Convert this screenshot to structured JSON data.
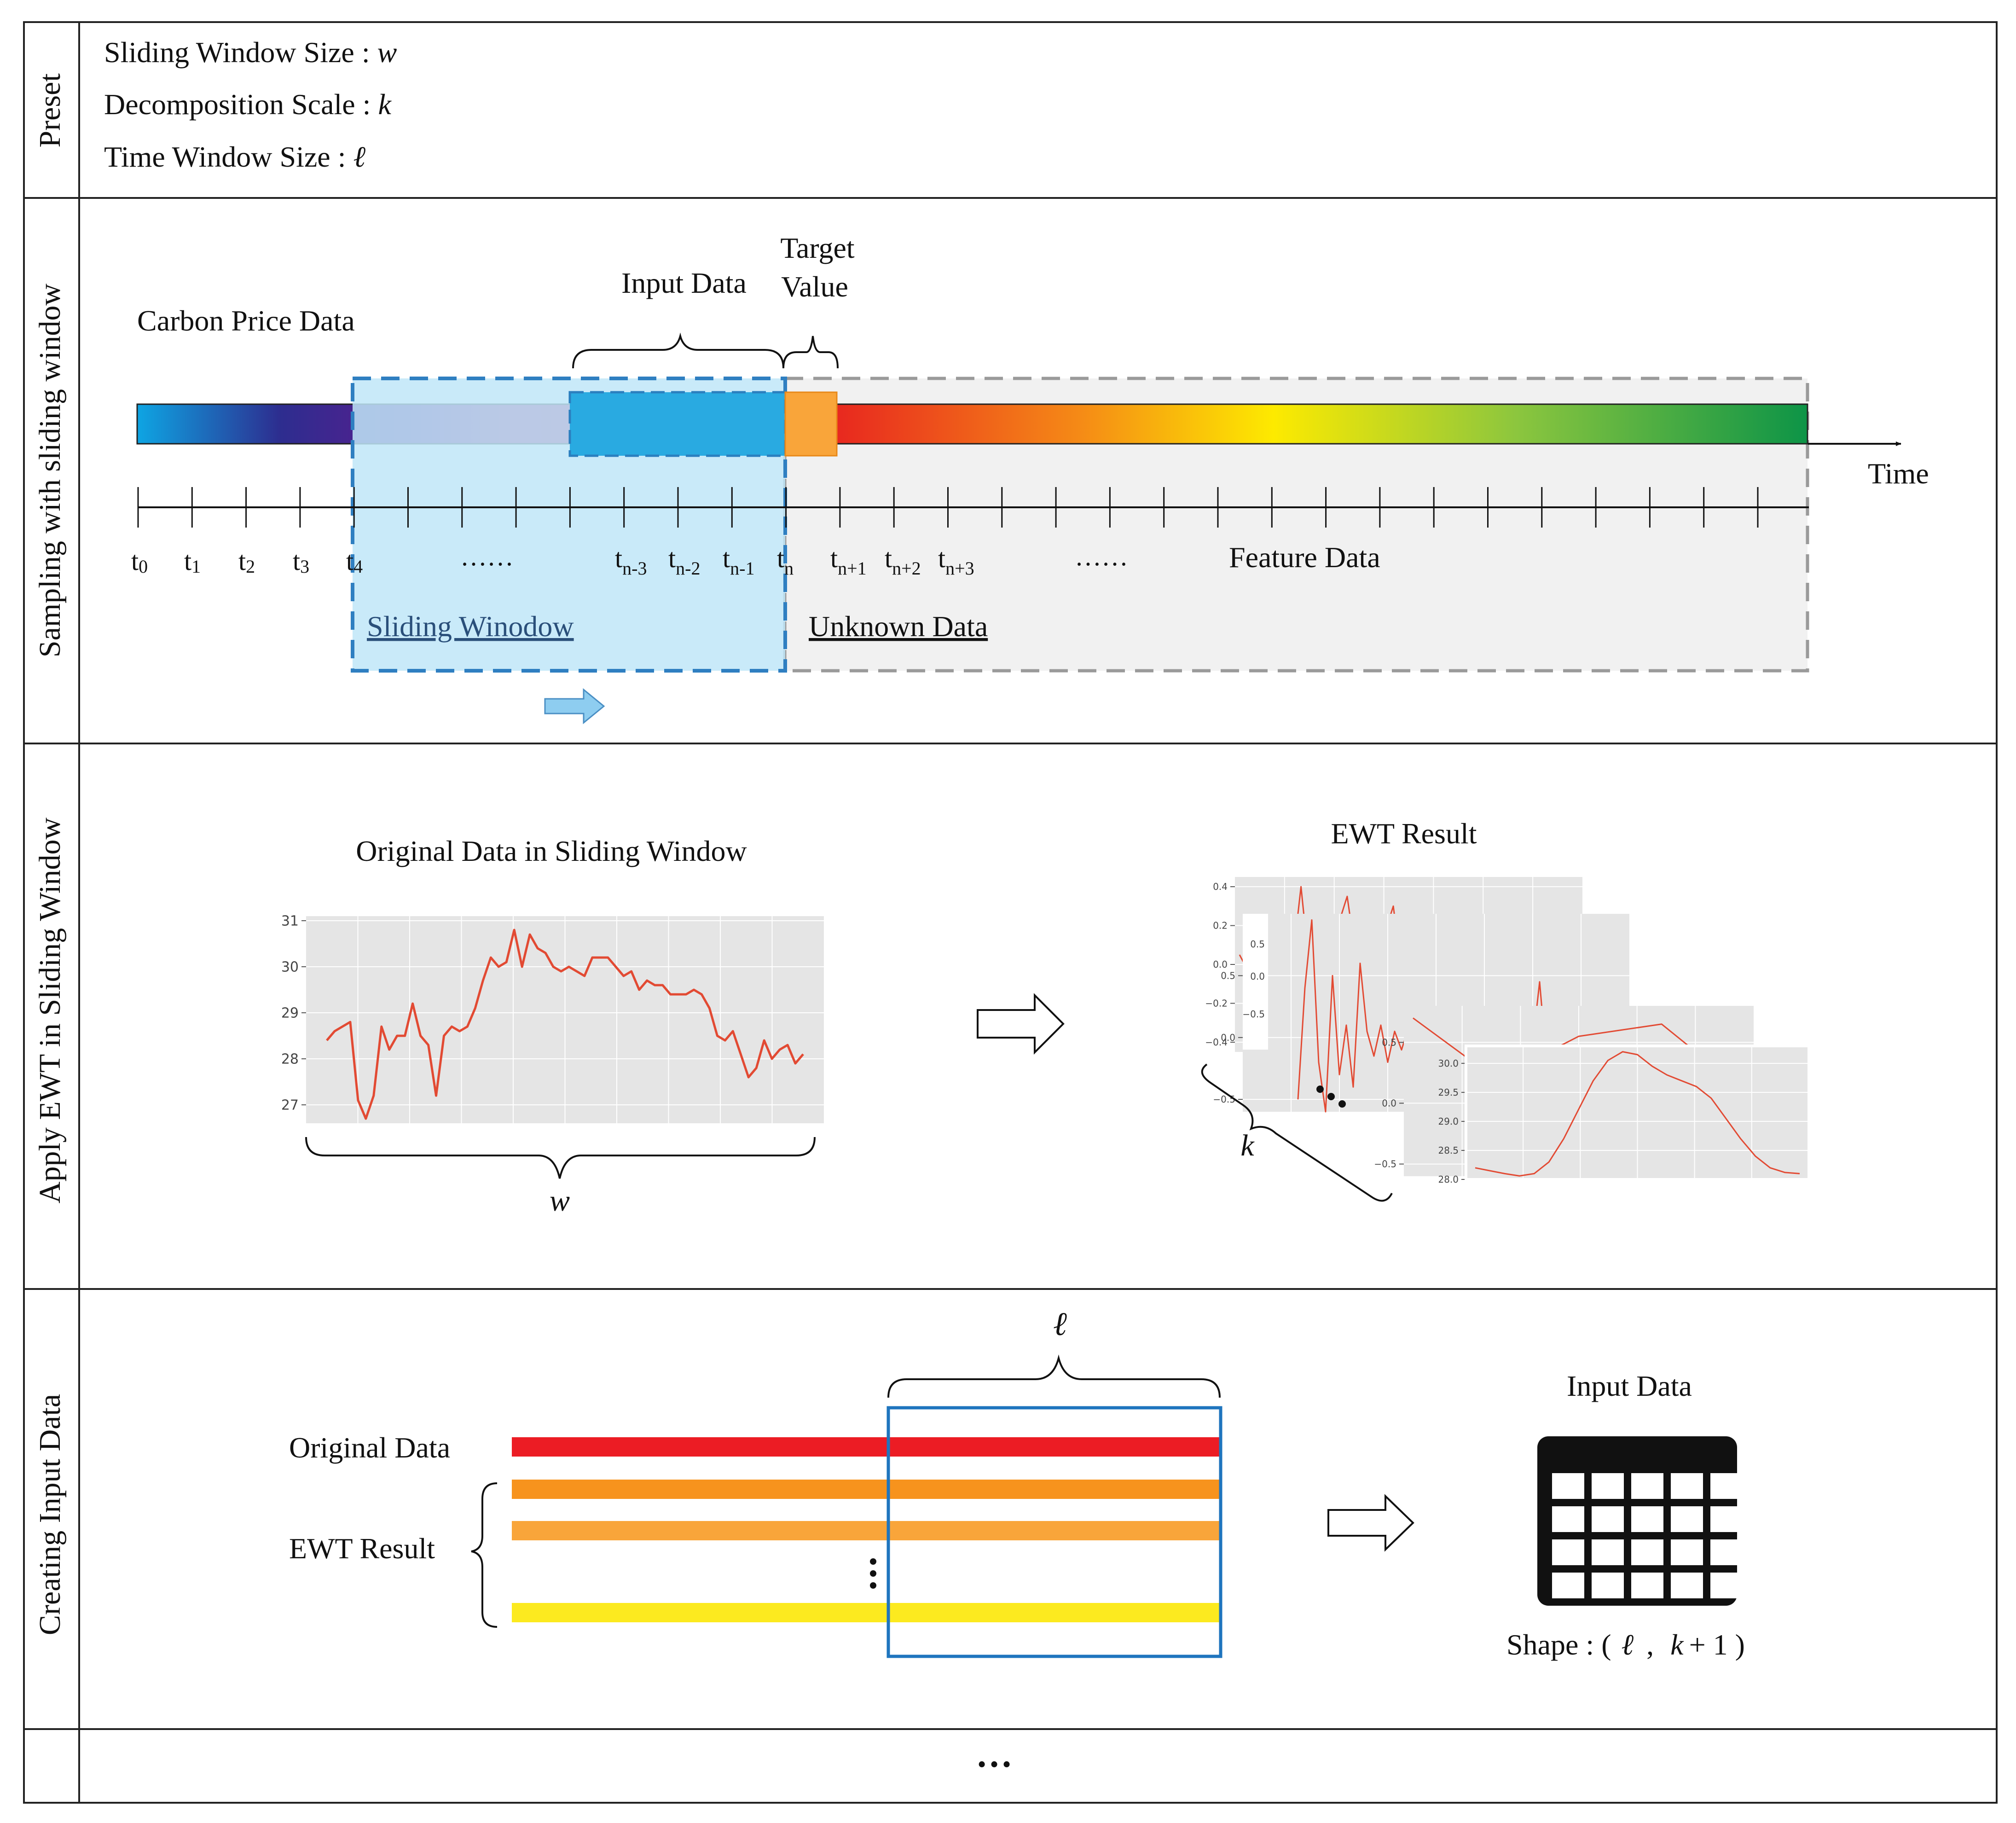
{
  "rows": {
    "preset": "Preset",
    "sampling": "Sampling with sliding window",
    "apply": "Apply EWT in Sliding Window",
    "creating": "Creating Input Data",
    "more": "…"
  },
  "preset": {
    "items": [
      {
        "label": "Sliding Window Size : ",
        "symbol": "w"
      },
      {
        "label": "Decomposition Scale : ",
        "symbol": "k"
      },
      {
        "label": "Time Window Size : ",
        "symbol": "ℓ"
      }
    ]
  },
  "sampling": {
    "series_label": "Carbon Price Data",
    "input_data": "Input Data",
    "target_line1": "Target",
    "target_line2": "Value",
    "time_label": "Time",
    "ticks_left": [
      {
        "t": "t",
        "s": "0"
      },
      {
        "t": "t",
        "s": "1"
      },
      {
        "t": "t",
        "s": "2"
      },
      {
        "t": "t",
        "s": "3"
      },
      {
        "t": "t",
        "s": "4"
      }
    ],
    "ticks_mid": [
      {
        "t": "t",
        "s": "n-3"
      },
      {
        "t": "t",
        "s": "n-2"
      },
      {
        "t": "t",
        "s": "n-1"
      },
      {
        "t": "t",
        "s": "n"
      },
      {
        "t": "t",
        "s": "n+1"
      },
      {
        "t": "t",
        "s": "n+2"
      },
      {
        "t": "t",
        "s": "n+3"
      }
    ],
    "ellipsis": "……",
    "feature_data": "Feature Data",
    "sliding_window": "Sliding Winodow",
    "unknown_data": "Unknown Data",
    "colors": {
      "window_fill": "#c4e6f7",
      "window_border": "#2f7fc1",
      "input_block": "#29aae1",
      "target_block": "#f9a53a",
      "unknown_fill": "#f1f1f1"
    }
  },
  "apply": {
    "orig_title": "Original Data in Sliding Window",
    "w_symbol": "w",
    "ewt_title": "EWT Result",
    "k_symbol": "k"
  },
  "chart_data": [
    {
      "type": "line",
      "title": "Original Data in Sliding Window",
      "xlabel": "",
      "ylabel": "",
      "ylim": [
        26.6,
        31.1
      ],
      "yticks": [
        "27",
        "28",
        "29",
        "30",
        "31"
      ],
      "grid": true,
      "series": [
        {
          "values": [
            28.4,
            28.6,
            28.7,
            28.8,
            27.1,
            26.7,
            27.2,
            28.7,
            28.2,
            28.5,
            28.5,
            29.2,
            28.5,
            28.3,
            27.2,
            28.5,
            28.7,
            28.6,
            28.7,
            29.1,
            29.7,
            30.2,
            30.0,
            30.1,
            30.8,
            30.0,
            30.7,
            30.4,
            30.3,
            30.0,
            29.9,
            30.0,
            29.9,
            29.8,
            30.2,
            30.2,
            30.2,
            30.0,
            29.8,
            29.9,
            29.5,
            29.7,
            29.6,
            29.6,
            29.4,
            29.4,
            29.4,
            29.5,
            29.4,
            29.1,
            28.5,
            28.4,
            28.6,
            28.1,
            27.6,
            27.8,
            28.4,
            28.0,
            28.2,
            28.3,
            27.9,
            28.1
          ]
        }
      ]
    },
    {
      "type": "line",
      "title": "EWT Result",
      "subtitle": "component 1 (rear)",
      "ylim": [
        -0.45,
        0.45
      ],
      "yticks": [
        "0.4",
        "0.2",
        "0.0",
        "-0.2",
        "-0.4"
      ],
      "grid": true,
      "series": [
        {
          "values": [
            0.05,
            -0.1,
            0.25,
            -0.3,
            0.4,
            -0.38,
            0.1,
            0.35,
            -0.2,
            0.05,
            0.3,
            -0.32,
            0.12,
            -0.05,
            0.2,
            -0.15,
            0.08,
            -0.1,
            0.05,
            -0.06,
            0.04,
            -0.05,
            0.03
          ]
        }
      ]
    },
    {
      "type": "line",
      "subtitle": "component 2",
      "ylim": [
        -0.6,
        1.0
      ],
      "yticks": [
        "0.5",
        "0.0",
        "-0.5"
      ],
      "grid": true,
      "series": [
        {
          "values": [
            -0.5,
            0.4,
            0.95,
            -0.2,
            -0.6,
            0.5,
            -0.3,
            0.1,
            -0.4,
            0.6,
            0.05,
            -0.15,
            0.1,
            -0.2,
            0.05,
            -0.1,
            0.08,
            -0.05,
            0.1,
            -0.15,
            0.05,
            0.0,
            0.1,
            -0.1,
            0.05,
            -0.05,
            0.0,
            0.0,
            0.05,
            -0.15,
            0.05,
            0.15,
            -0.1,
            0.0,
            -0.05,
            0.45,
            -0.2,
            0.0,
            0.2,
            0.1,
            -0.2
          ]
        }
      ]
    },
    {
      "type": "line",
      "subtitle": "component 3",
      "ylim": [
        -0.6,
        0.8
      ],
      "yticks": [
        "0.5",
        "0.0",
        "-0.5"
      ],
      "grid": true,
      "series": [
        {
          "values": [
            0.7,
            0.2,
            0.55,
            0.65,
            0.1
          ]
        }
      ]
    },
    {
      "type": "line",
      "subtitle": "component k (front)",
      "ylim": [
        28.0,
        30.3
      ],
      "yticks": [
        "30.0",
        "29.5",
        "29.0",
        "28.5",
        "28.0"
      ],
      "grid": true,
      "series": [
        {
          "values": [
            28.2,
            28.15,
            28.1,
            28.06,
            28.1,
            28.3,
            28.7,
            29.2,
            29.7,
            30.05,
            30.2,
            30.15,
            29.95,
            29.8,
            29.7,
            29.6,
            29.4,
            29.05,
            28.7,
            28.4,
            28.2,
            28.12,
            28.1
          ]
        }
      ]
    }
  ],
  "creating": {
    "l_symbol": "ℓ",
    "original_data": "Original Data",
    "ewt_result": "EWT Result",
    "input_data": "Input Data",
    "shape_prefix": "Shape : (",
    "shape_l": "ℓ",
    "shape_comma": ",",
    "shape_k": "k",
    "shape_suffix": "+ 1 )",
    "bar_colors": [
      "#ec1c24",
      "#f7931d",
      "#f9a53a",
      "#fcea1f"
    ],
    "window_color": "#1f75be"
  }
}
